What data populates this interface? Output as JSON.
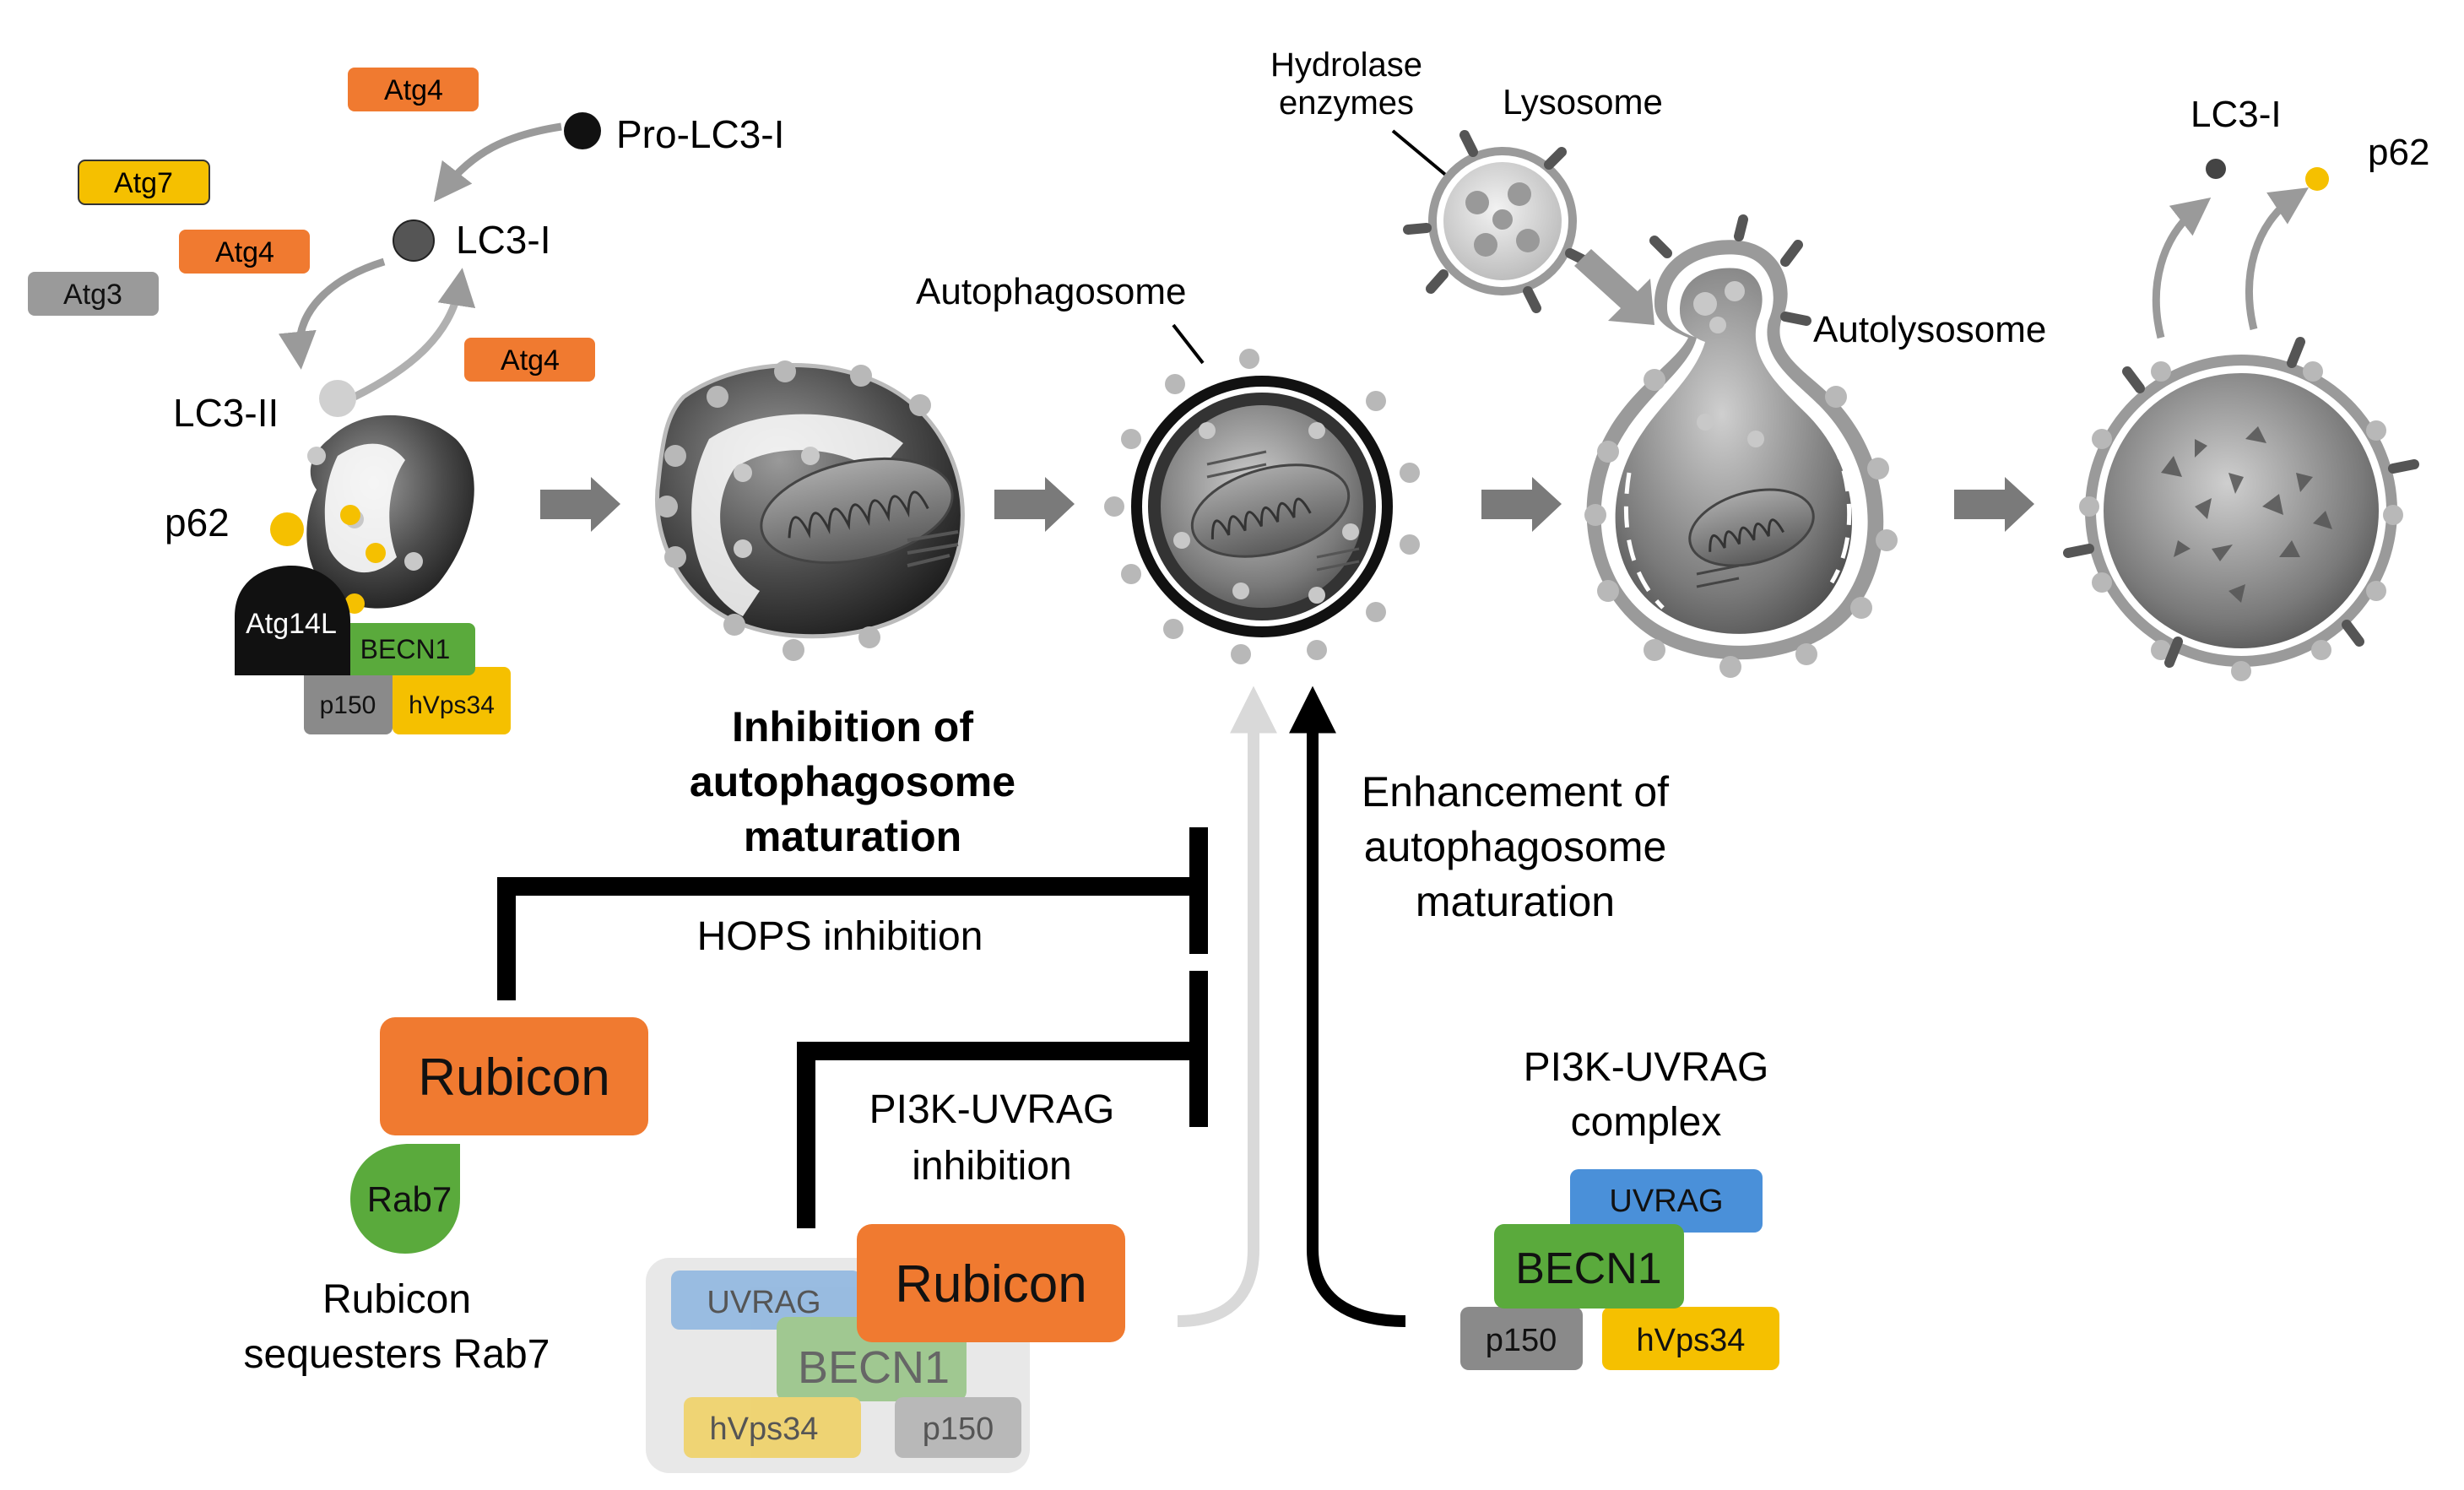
{
  "labels": {
    "atg4_top": "Atg4",
    "atg7": "Atg7",
    "atg4_mid": "Atg4",
    "atg3": "Atg3",
    "atg4_low": "Atg4",
    "pro_lc3": "Pro-LC3-I",
    "lc3_i": "LC3-I",
    "lc3_ii": "LC3-II",
    "p62_left": "p62",
    "atg14l": "Atg14L",
    "becn1_small": "BECN1",
    "p150_small": "p150",
    "hvps34_small": "hVps34",
    "autophagosome": "Autophagosome",
    "hydrolase": [
      "Hydrolase",
      "enzymes"
    ],
    "lysosome": "Lysosome",
    "autolysosome": "Autolysosome",
    "lc3_i_right": "LC3-I",
    "p62_right": "p62"
  },
  "inhibition_title": [
    "Inhibition of",
    "autophagosome",
    "maturation"
  ],
  "hops_inhibition": "HOPS inhibition",
  "pi3k_uvrag_inhibition": [
    "PI3K-UVRAG",
    "inhibition"
  ],
  "enhancement": [
    "Enhancement of",
    "autophagosome",
    "maturation"
  ],
  "rubicon_left": "Rubicon",
  "rab7": "Rab7",
  "rubicon_caption": [
    "Rubicon",
    "sequesters Rab7"
  ],
  "inhibited_complex": {
    "uvrag": "UVRAG",
    "rubicon": "Rubicon",
    "becn1": "BECN1",
    "hvps34": "hVps34",
    "p150": "p150"
  },
  "pi3k_complex": {
    "title": [
      "PI3K-UVRAG",
      "complex"
    ],
    "uvrag": "UVRAG",
    "becn1": "BECN1",
    "p150": "p150",
    "hvps34": "hVps34"
  },
  "colors": {
    "orange": "#f07a30",
    "yellow": "#f5c000",
    "green": "#5aaa3c",
    "blue": "#4a90d9",
    "gray": "#9a9a9a",
    "black": "#000000"
  }
}
